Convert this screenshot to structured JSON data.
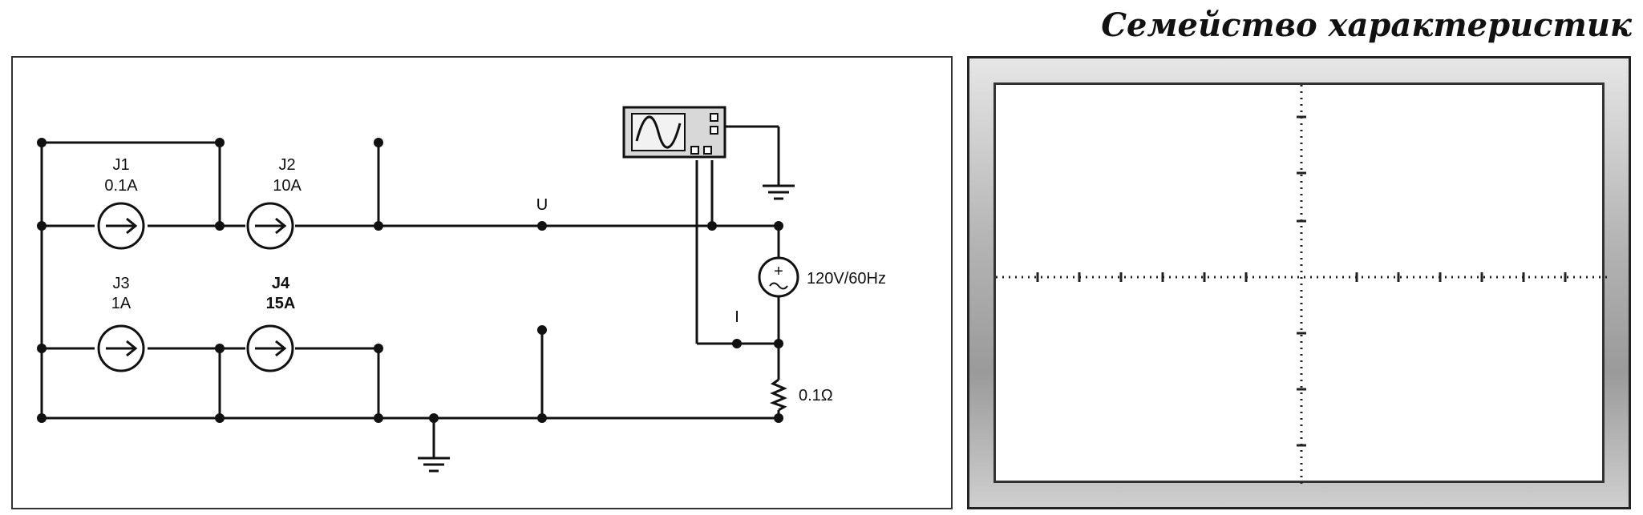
{
  "title": "Семейство характеристик",
  "circuit": {
    "sources": [
      {
        "id": "J1",
        "value": "0.1A"
      },
      {
        "id": "J2",
        "value": "10A"
      },
      {
        "id": "J3",
        "value": "1A"
      },
      {
        "id": "J4",
        "value": "15A"
      }
    ],
    "node_u": "U",
    "node_i": "I",
    "ac_source": "120V/60Hz",
    "resistor": "0.1Ω"
  },
  "colors": {
    "line": "#111111",
    "frame": "#333333",
    "dots": "#222222"
  }
}
